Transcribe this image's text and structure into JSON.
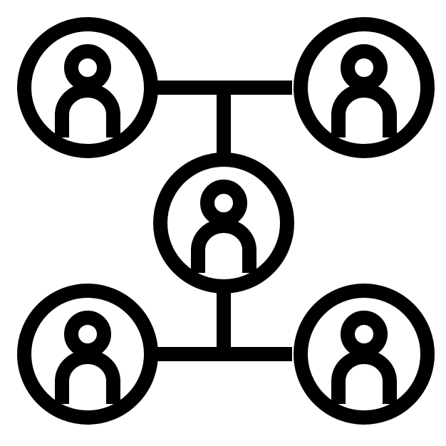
{
  "icon": {
    "name": "network-people-icon",
    "stroke_color": "#000000",
    "background_color": "#ffffff",
    "nodes": [
      {
        "name": "top-left-person"
      },
      {
        "name": "top-right-person"
      },
      {
        "name": "center-person"
      },
      {
        "name": "bottom-left-person"
      },
      {
        "name": "bottom-right-person"
      }
    ]
  }
}
